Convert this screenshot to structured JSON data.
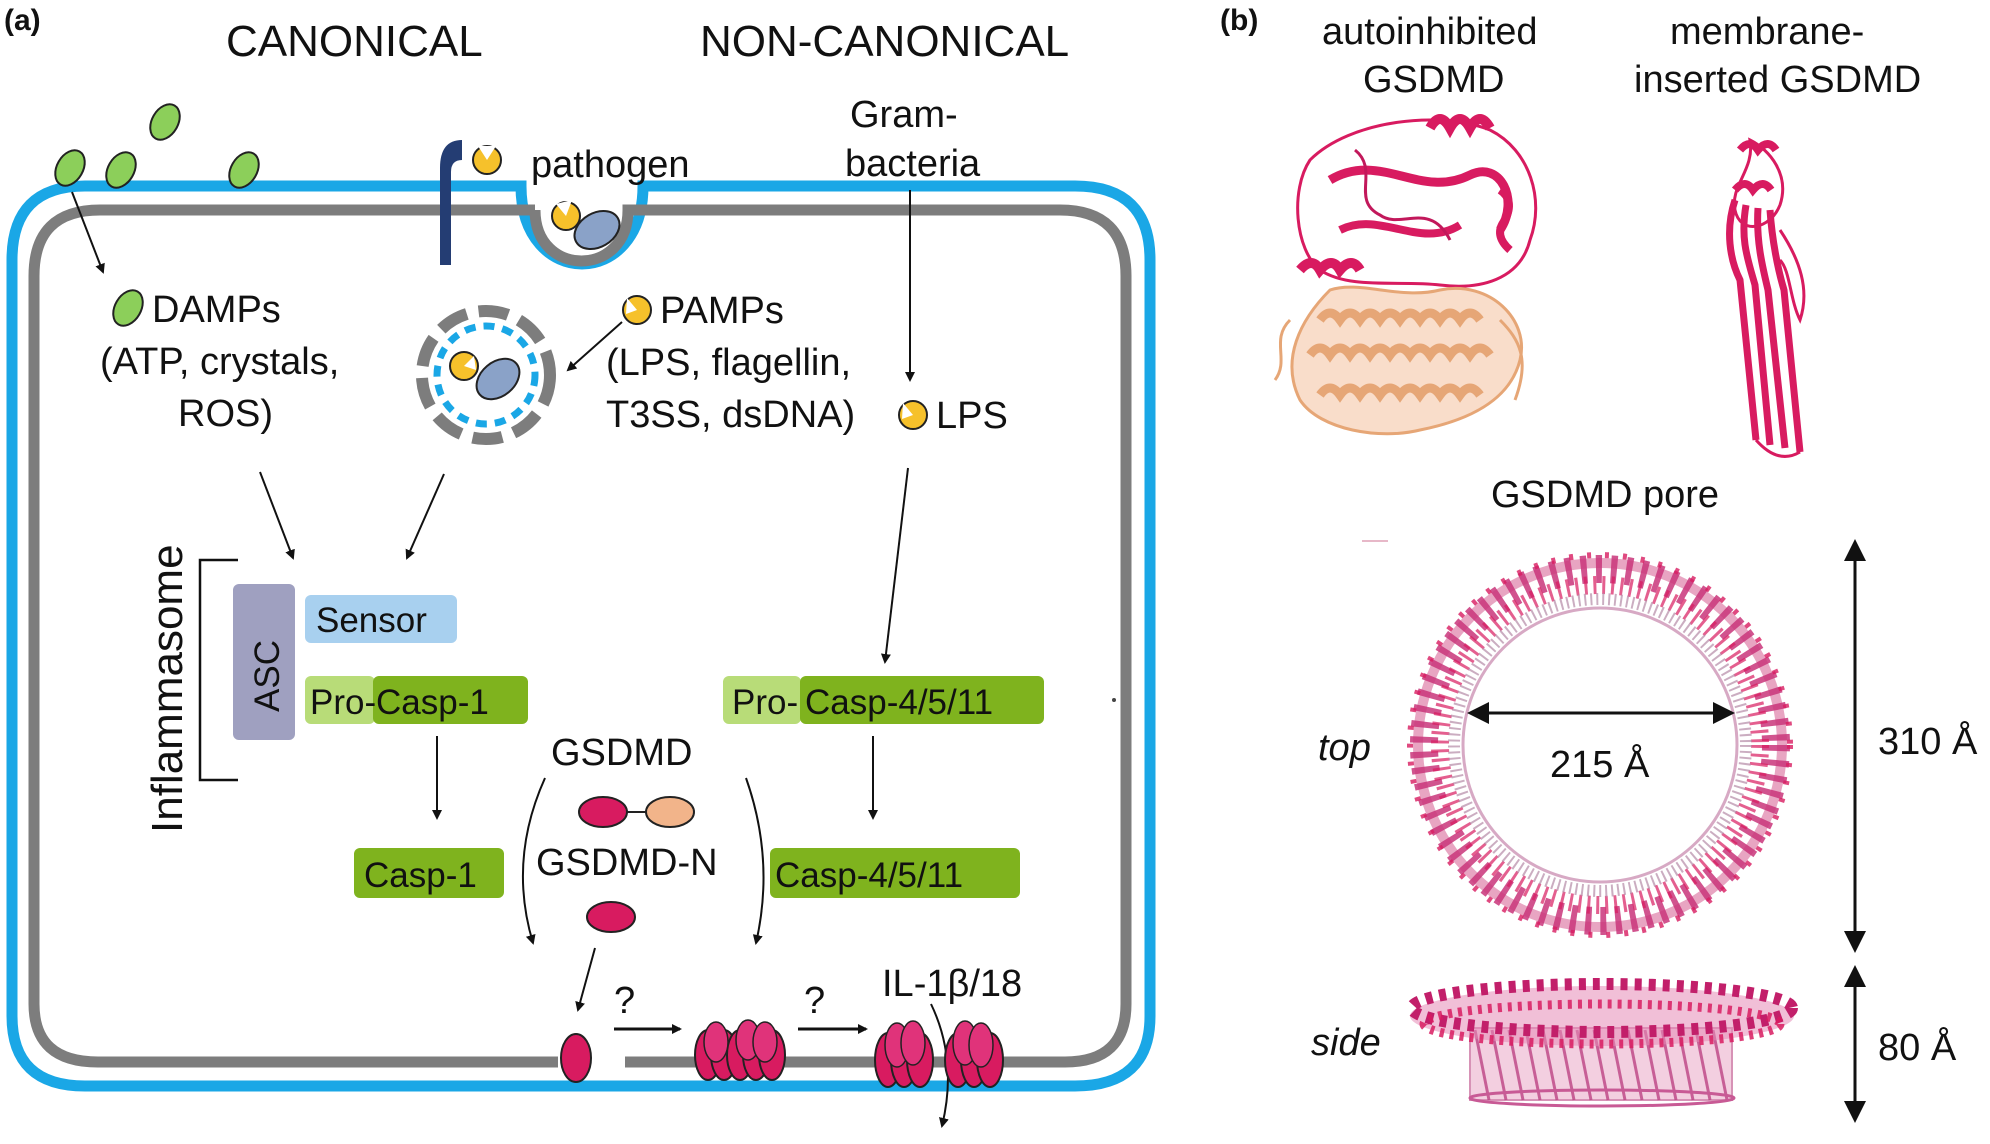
{
  "panel_a": {
    "label": "(a)",
    "canonical_title": "CANONICAL",
    "noncanonical_title": "NON-CANONICAL",
    "pathogen": "pathogen",
    "gram_line1": "Gram-",
    "gram_line2": "bacteria",
    "damps_line1": "DAMPs",
    "damps_line2": "(ATP, crystals,",
    "damps_line3": "ROS)",
    "pamps_line1": "PAMPs",
    "pamps_line2": "(LPS, flagellin,",
    "pamps_line3": "T3SS, dsDNA)",
    "lps": "LPS",
    "inflammasome": "Inflammasome",
    "asc": "ASC",
    "sensor": "Sensor",
    "pro": "Pro-",
    "casp1": "Casp-1",
    "casp4511": "Casp-4/5/11",
    "gsdmd": "GSDMD",
    "gsdmd_n": "GSDMD-N",
    "question1": "?",
    "question2": "?",
    "il": "IL-1β/18"
  },
  "panel_b": {
    "label": "(b)",
    "auto_line1": "autoinhibited",
    "auto_line2": "GSDMD",
    "mem_line1": "membrane-",
    "mem_line2": "inserted GSDMD",
    "pore_title": "GSDMD pore",
    "top": "top",
    "side": "side",
    "inner_diameter": "215 Å",
    "outer_diameter": "310 Å",
    "height": "80 Å"
  },
  "colors": {
    "outer_membrane": "#1aa7e6",
    "inner_membrane": "#7d7d7d",
    "gsdmd_magenta": "#d81b60",
    "gsdmd_c_tan": "#f2b48a",
    "casp_green": "#7fb31e",
    "pro_green": "#b8dc78",
    "sensor_blue": "#a8d0ef",
    "asc_purple": "#9fa0c0",
    "pathogen_yellow": "#f6c12b",
    "damp_green": "#8ccf5a",
    "receptor_navy": "#243d73"
  }
}
